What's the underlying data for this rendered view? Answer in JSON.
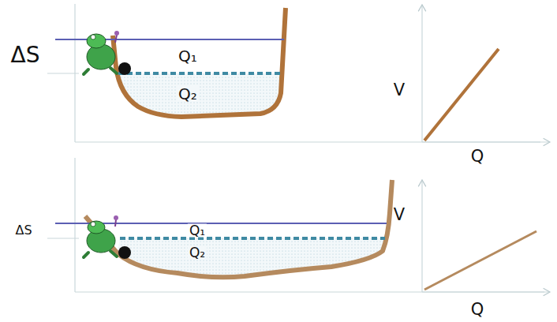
{
  "diagram": {
    "labels": [
      "ΔS",
      "Q₁",
      "Q₂",
      "V",
      "Q",
      "ΔS",
      "Q₁",
      "Q₂",
      "V",
      "Q"
    ]
  }
}
